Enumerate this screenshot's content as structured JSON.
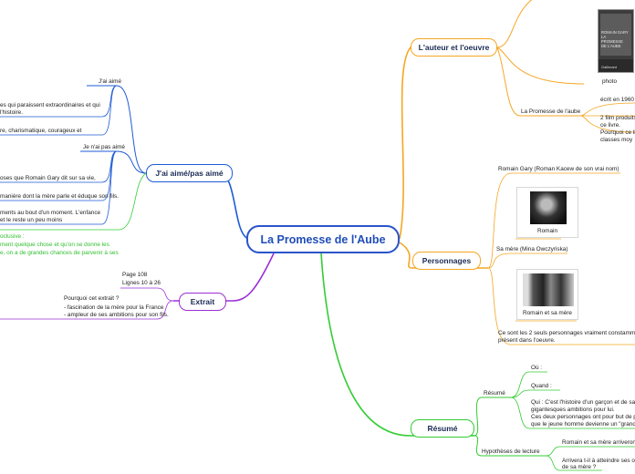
{
  "center": {
    "title": "La Promesse de l'Aube"
  },
  "branches": {
    "auteur": {
      "title": "L'auteur et l'oeuvre",
      "photo_caption": "photo",
      "book_cover_lines": [
        "ROMAIN GARY",
        "LA",
        "PROMESSE",
        "DE L'AUBE"
      ],
      "book_cover_footer": "Gallimard",
      "sub": "La Promesse de l'aube",
      "items": [
        "écrit en 1960",
        "2 film produits",
        "ce livre.",
        "Pourquoi ce liv",
        "classes moy"
      ],
      "colors": {
        "branch": "#f5a623"
      }
    },
    "personnages": {
      "title": "Personnages",
      "romain_label": "Romain Gary (Roman Kacew de son vrai nom)",
      "romain_caption": "Romain",
      "mere_label": "Sa mère (Mina Owczyriska)",
      "mere_caption": "Romain et sa mère",
      "note_lines": [
        "Ce sont les 2 seuls personnages vraiment constamme",
        "présent dans l'oeuvre."
      ],
      "colors": {
        "branch": "#f5a623"
      }
    },
    "resume": {
      "title": "Résumé",
      "resume_label": "Résumé",
      "ou": "Où :",
      "quand": "Quand :",
      "qui_lines": [
        "Qui : C'est l'histoire d'un garçon et de sa",
        "gigantesques ambitions pour lui.",
        "Ces deux personnages ont pour but de pa",
        "que le jeune homme devienne un \"grand"
      ],
      "hypotheses": "Hypothèses de lecture",
      "hyp_items": [
        "Romain et sa mère arriveron",
        "Arrivera t-il à atteindre ses o",
        "de sa mère ?"
      ],
      "colors": {
        "branch": "#33cc33"
      }
    },
    "aime": {
      "title": "J'ai aimé/pas aimé",
      "jai_aime": "J'ai aimé",
      "aime_items": [
        "es qui paraissent extraordinaires et qui",
        "l'histoire.",
        "re, charismatique, courageux et"
      ],
      "pas_aime": "Je n'ai pas aimé",
      "pas_items": [
        "oses que Romain Gary dit sur sa vie,",
        "manière dont la mère parle et éduque son fils.",
        "ments au bout d'un moment. L'enfance",
        "et le reste un peu moins"
      ],
      "green_items": [
        "oclusive :",
        "ment quelque chose et qu'on se donne les",
        "e, on a de grandes chances de parvenir à ses"
      ],
      "colors": {
        "branch": "#1f5bd6"
      }
    },
    "extrait": {
      "title": "Extrait",
      "page": "Page 108",
      "lignes": "Lignes 10 à 26",
      "why_lines": [
        "Pourquoi cet extrait ?",
        "- fascination de la mère pour la France",
        "- ampleur de ses ambitions pour son fils."
      ],
      "colors": {
        "branch": "#9b2fd6"
      }
    }
  }
}
